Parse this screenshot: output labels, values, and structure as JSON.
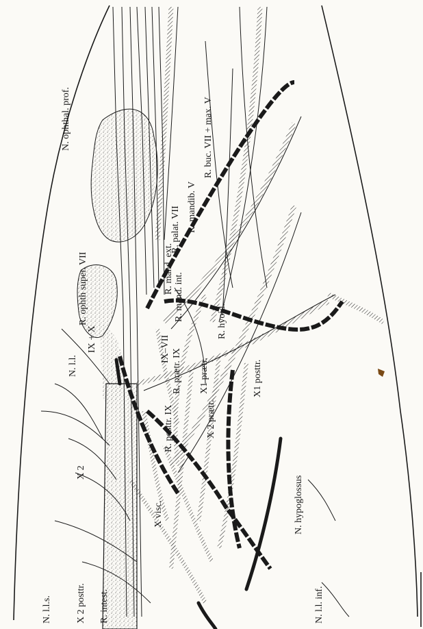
{
  "figure": {
    "labels": {
      "n_ophthal_prof": "N. ophthal. prof.",
      "r_buc_vii_max_v": "R. buc. VII + max. V",
      "r_palat_vii": "R. palat. VII",
      "r_mandib_v": "R. mandib. V",
      "r_ophth_super_vii": "R. ophth super. VII",
      "r_mand_ext": "R. mand. ext.",
      "r_mand_int": "R. mand. int.",
      "r_hyoid": "R. hyoid.",
      "ix_x": "IX + X",
      "n_ll": "N. l.l.",
      "ix_vii": "IX–VII",
      "r_praetr_ix": "R. prætr. IX",
      "x1_praetr": "X1 prætr.",
      "x1_posttr": "X1 posttr.",
      "r_posttr_ix": "R. posttr. IX",
      "x2_praetr": "X 2 prætr.",
      "x2": "X 2",
      "x_visc": "X visc.",
      "n_hypoglossus": "N. hypoglossus",
      "n_lls": "N. l.l.s.",
      "x2_posttr": "X 2 posttr.",
      "r_intest": "R. intest.",
      "n_ll_inf": "N. l.l. inf."
    },
    "colors": {
      "ink": "#1a1a1a",
      "paper": "#fbfaf6",
      "stipple": "#6b6b6b"
    }
  }
}
